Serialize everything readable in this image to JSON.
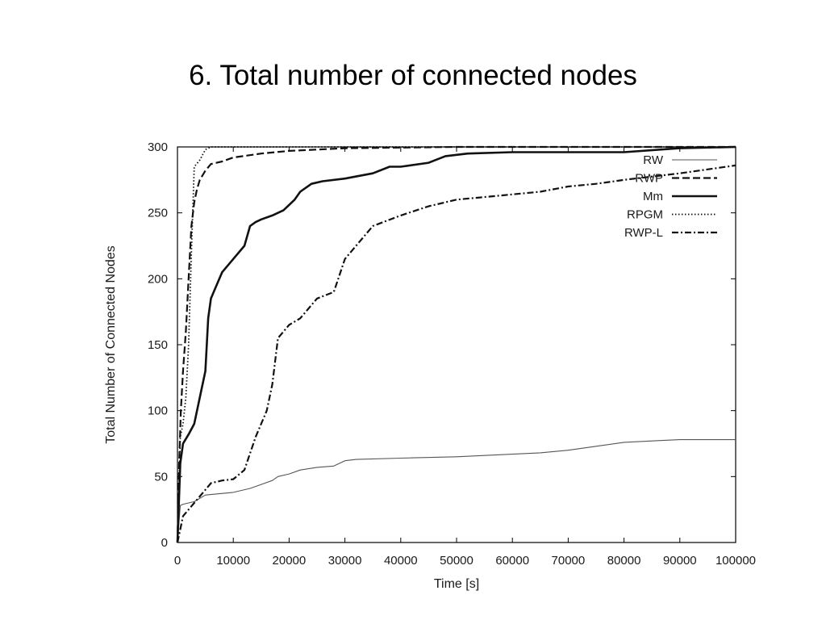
{
  "slide": {
    "title": "6. Total number of connected nodes"
  },
  "chart_data": {
    "type": "line",
    "title": "",
    "xlabel": "Time [s]",
    "ylabel": "Total Number of Connected Nodes",
    "xlim": [
      0,
      100000
    ],
    "ylim": [
      0,
      300
    ],
    "xticks": [
      0,
      10000,
      20000,
      30000,
      40000,
      50000,
      60000,
      70000,
      80000,
      90000,
      100000
    ],
    "yticks": [
      0,
      50,
      100,
      150,
      200,
      250,
      300
    ],
    "grid": false,
    "legend_position": "top-right",
    "series": [
      {
        "name": "RW",
        "style": "solid-thin",
        "x": [
          0,
          500,
          1000,
          3000,
          5000,
          10000,
          13000,
          15000,
          17000,
          18000,
          20000,
          22000,
          25000,
          28000,
          30000,
          32000,
          40000,
          50000,
          55000,
          60000,
          65000,
          70000,
          75000,
          80000,
          85000,
          90000,
          100000
        ],
        "y": [
          0,
          28,
          29,
          31,
          36,
          38,
          41,
          44,
          47,
          50,
          52,
          55,
          57,
          58,
          62,
          63,
          64,
          65,
          66,
          67,
          68,
          70,
          73,
          76,
          77,
          78,
          78
        ]
      },
      {
        "name": "RWP",
        "style": "dashed",
        "x": [
          0,
          300,
          600,
          1000,
          1500,
          2000,
          2500,
          3000,
          3500,
          4000,
          5000,
          6000,
          8000,
          10000,
          15000,
          20000,
          30000,
          50000,
          100000
        ],
        "y": [
          0,
          60,
          100,
          130,
          160,
          200,
          240,
          258,
          268,
          275,
          282,
          287,
          289,
          292,
          295,
          297,
          299,
          300,
          300
        ]
      },
      {
        "name": "Mm",
        "style": "solid-thick",
        "x": [
          0,
          500,
          1000,
          2000,
          3000,
          4000,
          5000,
          5500,
          6000,
          7000,
          8000,
          10000,
          12000,
          13000,
          14000,
          15000,
          17000,
          19000,
          21000,
          22000,
          24000,
          26000,
          30000,
          35000,
          38000,
          40000,
          45000,
          48000,
          52000,
          60000,
          80000,
          90000,
          100000
        ],
        "y": [
          0,
          60,
          75,
          82,
          90,
          110,
          130,
          170,
          185,
          195,
          205,
          215,
          225,
          240,
          243,
          245,
          248,
          252,
          260,
          266,
          272,
          274,
          276,
          280,
          285,
          285,
          288,
          293,
          295,
          296,
          296,
          299,
          300
        ]
      },
      {
        "name": "RPGM",
        "style": "dotted",
        "x": [
          0,
          500,
          1000,
          1500,
          2000,
          2500,
          3000,
          4000,
          5000,
          6000,
          100000
        ],
        "y": [
          0,
          80,
          90,
          110,
          150,
          220,
          285,
          290,
          298,
          300,
          300
        ]
      },
      {
        "name": "RWP-L",
        "style": "dash-dot",
        "x": [
          0,
          500,
          1000,
          2000,
          3000,
          5000,
          6000,
          8000,
          10000,
          12000,
          14000,
          16000,
          17000,
          18000,
          20000,
          22000,
          25000,
          28000,
          30000,
          32000,
          35000,
          40000,
          45000,
          50000,
          55000,
          60000,
          65000,
          70000,
          75000,
          80000,
          90000,
          100000
        ],
        "y": [
          0,
          10,
          20,
          25,
          30,
          40,
          45,
          47,
          48,
          55,
          80,
          100,
          120,
          155,
          165,
          170,
          185,
          190,
          215,
          225,
          240,
          248,
          255,
          260,
          262,
          264,
          266,
          270,
          272,
          275,
          280,
          286
        ]
      }
    ]
  }
}
